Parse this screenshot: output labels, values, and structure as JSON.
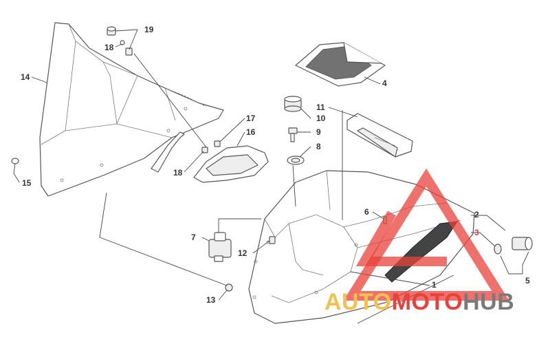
{
  "callouts": {
    "c1": "1",
    "c2": "2",
    "c3": "3",
    "c4": "4",
    "c5": "5",
    "c6": "6",
    "c7": "7",
    "c8": "8",
    "c9": "9",
    "c10": "10",
    "c11": "11",
    "c12": "12",
    "c13": "13",
    "c14": "14",
    "c15": "15",
    "c16": "16",
    "c17": "17",
    "c18a": "18",
    "c18b": "18",
    "c19": "19"
  },
  "watermark": {
    "part1": "AUTO",
    "part2": "MOTO",
    "part3": "HUB",
    "colors": {
      "auto": "#f2c14e",
      "moto": "#e8413b",
      "hub": "#7a7a7a"
    }
  }
}
